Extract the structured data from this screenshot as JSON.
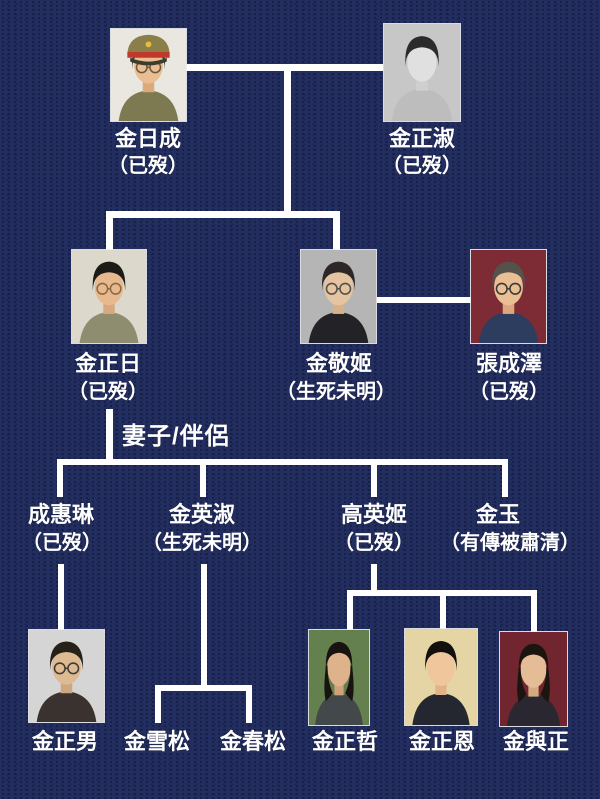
{
  "diagram": {
    "background_color": "#232e60",
    "line_color": "#ffffff",
    "text_color": "#ffffff",
    "spouse_partner_label": "妻子/伴侶",
    "generation1": [
      {
        "name": "金日成",
        "status": "（已歿）"
      },
      {
        "name": "金正淑",
        "status": "（已歿）"
      }
    ],
    "generation2": [
      {
        "name": "金正日",
        "status": "（已歿）"
      },
      {
        "name": "金敬姬",
        "status": "（生死未明）"
      },
      {
        "name": "張成澤",
        "status": "（已歿）"
      }
    ],
    "wives": [
      {
        "name": "成惠琳",
        "status": "（已歿）"
      },
      {
        "name": "金英淑",
        "status": "（生死未明）"
      },
      {
        "name": "高英姬",
        "status": "（已歿）"
      },
      {
        "name": "金玉",
        "status": "（有傳被肅清）"
      }
    ],
    "generation3": [
      {
        "name": "金正男"
      },
      {
        "name": "金雪松"
      },
      {
        "name": "金春松"
      },
      {
        "name": "金正哲"
      },
      {
        "name": "金正恩"
      },
      {
        "name": "金與正"
      }
    ]
  }
}
